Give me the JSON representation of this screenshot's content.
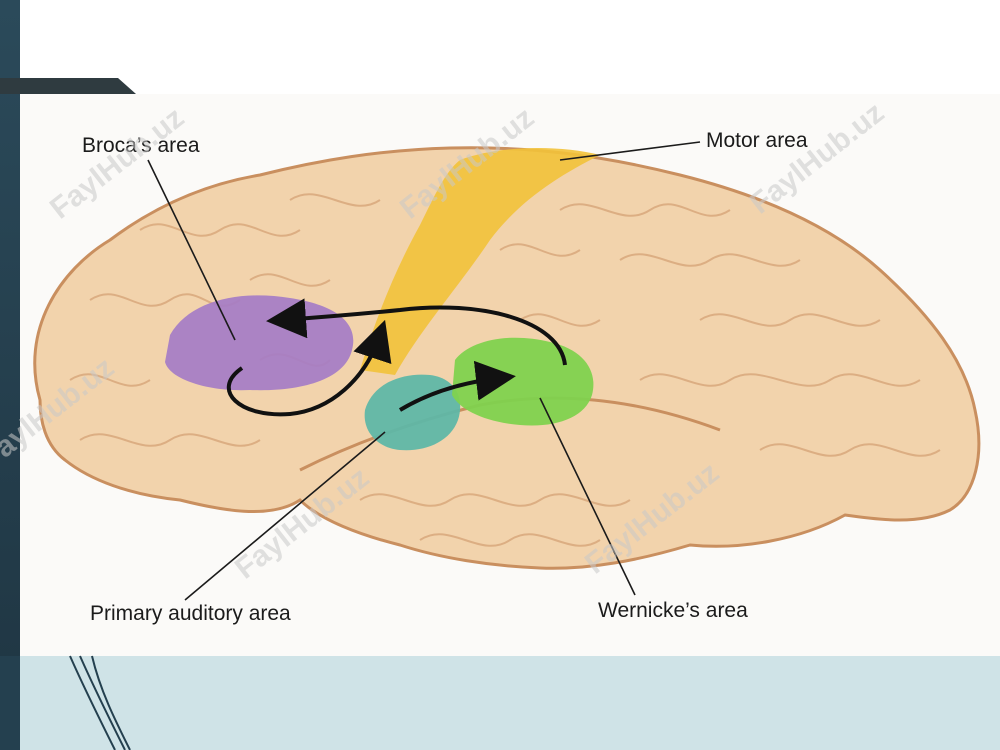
{
  "labels": {
    "broca": "Broca’s area",
    "motor": "Motor area",
    "auditory": "Primary auditory area",
    "wernicke": "Wernicke’s area"
  },
  "watermark": "FaylHub.uz",
  "colors": {
    "brain": "#f2d3ac",
    "brain_outline": "#c98f5f",
    "broca": "#a57cc6",
    "motor": "#f2c23a",
    "auditory": "#5fb7a6",
    "wernicke": "#7fd24e",
    "arrow": "#111111",
    "slide_dark": "#24404f",
    "slide_light": "#cfe3e7"
  }
}
